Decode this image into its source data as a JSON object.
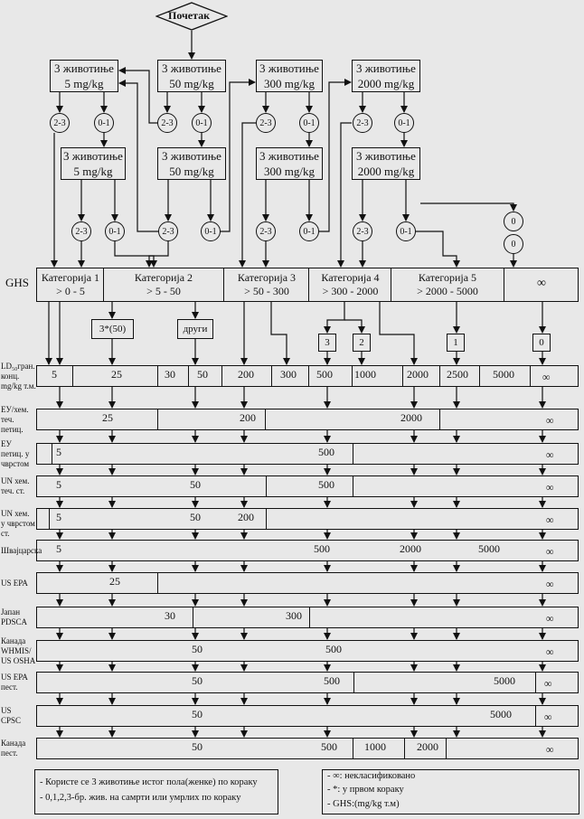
{
  "start": "Почетак",
  "boxes": {
    "b1": "3 животиње\n5 mg/kg",
    "b2": "3 животиње\n50 mg/kg",
    "b3": "3 животиње\n300 mg/kg",
    "b4": "3 животиње\n2000 mg/kg",
    "b5": "3 животиње\n5 mg/kg",
    "b6": "3 животиње\n50 mg/kg",
    "b7": "3 животиње\n300 mg/kg",
    "b8": "3 животиње\n2000 mg/kg"
  },
  "circles": {
    "a": "2-3",
    "b": "0-1",
    "z": "0"
  },
  "ghs": {
    "label": "GHS",
    "cat1": "Категорија 1\n> 0 - 5",
    "cat2": "Категорија 2\n> 5 - 50",
    "cat3": "Категорија 3\n> 50 - 300",
    "cat4": "Категорија 4\n> 300 - 2000",
    "cat5": "Категорија 5\n> 2000 - 5000",
    "inf": "∞"
  },
  "subs": {
    "s1": "3*(50)",
    "s2": "други",
    "s3": "3",
    "s4": "2",
    "s5": "1",
    "s6": "0"
  },
  "rows": [
    {
      "label": "LD₅₀гран.\nконц.\nmg/kg т.м.",
      "values": [
        "5",
        "25",
        "30",
        "50",
        "200",
        "300",
        "500",
        "1000",
        "2000",
        "2500",
        "5000",
        "∞"
      ]
    },
    {
      "label": "ЕУ/хем.\nтеч.\nпетиц.",
      "values": [
        "25",
        "200",
        "2000",
        "∞"
      ]
    },
    {
      "label": "ЕУ\nпетиц. у\nчврстом",
      "values": [
        "5",
        "500",
        "∞"
      ]
    },
    {
      "label": "UN хем.\nтеч. ст.",
      "values": [
        "5",
        "50",
        "500",
        "∞"
      ]
    },
    {
      "label": "UN хем.\nу чврстом ст.",
      "values": [
        "5",
        "50",
        "200",
        "∞"
      ]
    },
    {
      "label": "Швајцарска",
      "values": [
        "5",
        "500",
        "2000",
        "5000",
        "∞"
      ]
    },
    {
      "label": "US EPA",
      "values": [
        "25",
        "∞"
      ]
    },
    {
      "label": "Јапан\nPDSCA",
      "values": [
        "30",
        "300",
        "∞"
      ]
    },
    {
      "label": "Канада\nWHMIS/\nUS OSHA",
      "values": [
        "50",
        "500",
        "∞"
      ]
    },
    {
      "label": "US EPA\nпест.",
      "values": [
        "50",
        "500",
        "5000",
        "∞"
      ]
    },
    {
      "label": "US\nCPSC",
      "values": [
        "50",
        "5000",
        "∞"
      ]
    },
    {
      "label": "Канада\nпест.",
      "values": [
        "50",
        "500",
        "1000",
        "2000",
        "∞"
      ]
    }
  ],
  "notes": {
    "left1": "- Користе се 3 животиње истог пола(женке) по кораку",
    "left2": "- 0,1,2,3-бр. жив. на самрти или умрлих по кораку",
    "right1": "-    ∞: некласификовано",
    "right2": "-    *: у првом кораку",
    "right3": "-    GHS:(mg/kg т.м)"
  }
}
